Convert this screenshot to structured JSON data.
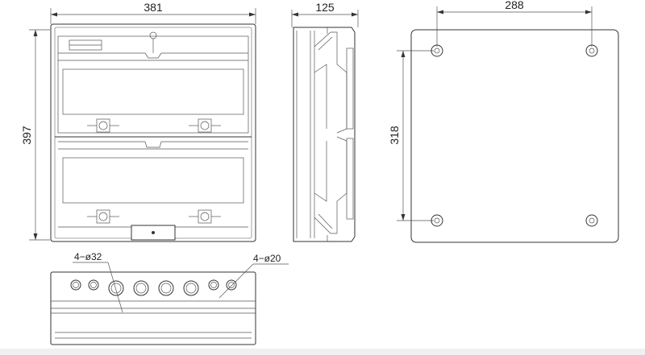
{
  "front_view": {
    "width_label": "381",
    "height_label": "397"
  },
  "side_view": {
    "depth_label": "125"
  },
  "back_view": {
    "hole_spacing_x_label": "288",
    "hole_spacing_y_label": "318"
  },
  "bottom_view": {
    "large_knockouts_label": "4−ø32",
    "small_knockouts_label": "4−ø20"
  },
  "colors": {
    "line": "#333333",
    "background": "#ffffff"
  }
}
